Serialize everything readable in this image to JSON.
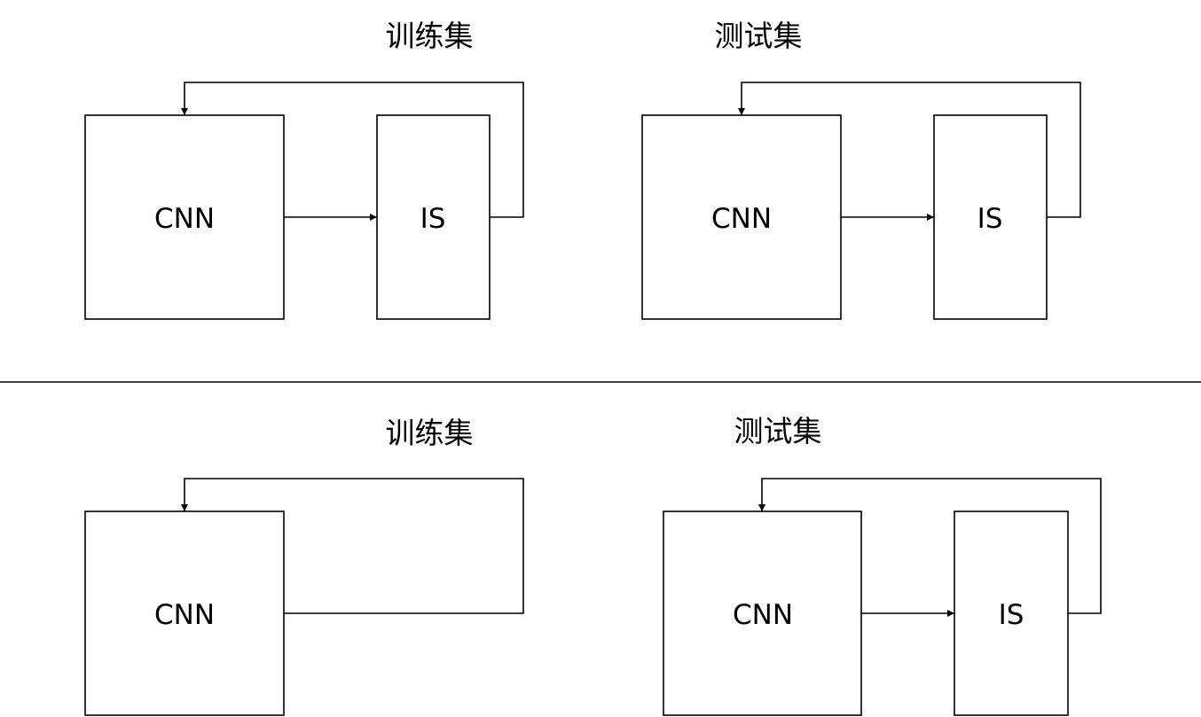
{
  "colors": {
    "line": "#000000",
    "background": "#ffffff"
  },
  "top": {
    "train": {
      "title": "训练集",
      "cnn_label": "CNN",
      "is_label": "IS"
    },
    "test": {
      "title": "测试集",
      "cnn_label": "CNN",
      "is_label": "IS"
    }
  },
  "bottom": {
    "train": {
      "title": "训练集",
      "cnn_label": "CNN"
    },
    "test": {
      "title": "测试集",
      "cnn_label": "CNN",
      "is_label": "IS"
    }
  }
}
